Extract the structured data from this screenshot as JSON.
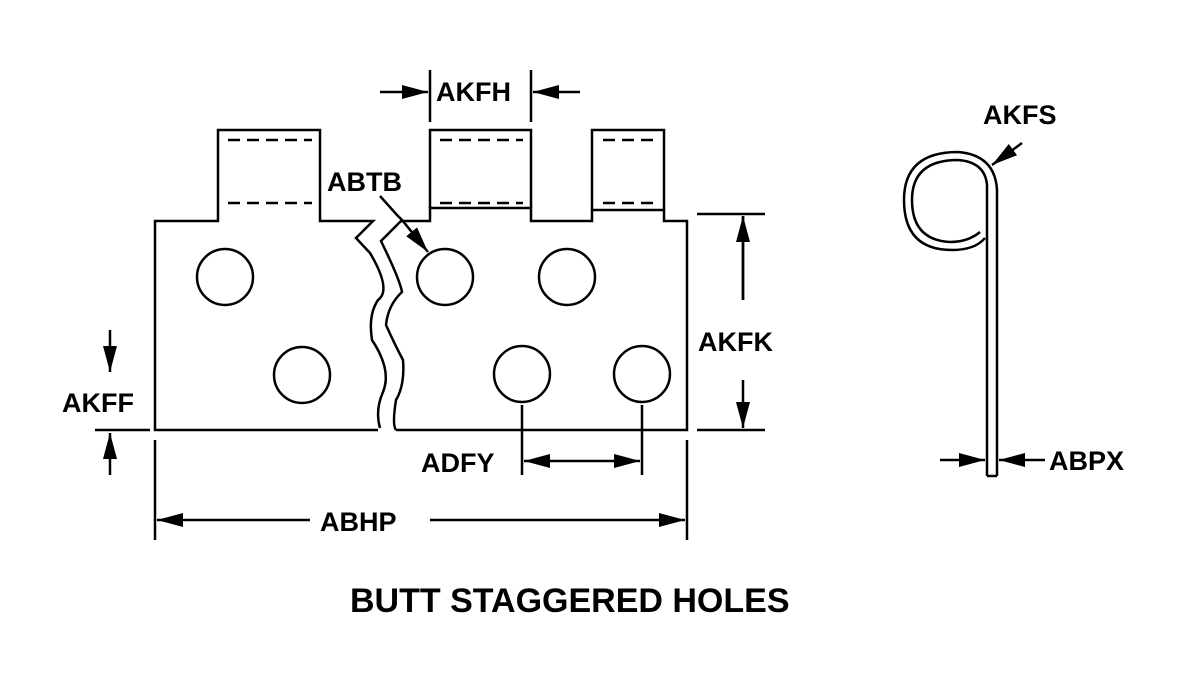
{
  "title": "BUTT STAGGERED HOLES",
  "labels": {
    "akfh": "AKFH",
    "abtb": "ABTB",
    "akfk": "AKFK",
    "akff": "AKFF",
    "adfy": "ADFY",
    "abhp": "ABHP",
    "akfs": "AKFS",
    "abpx": "ABPX"
  }
}
